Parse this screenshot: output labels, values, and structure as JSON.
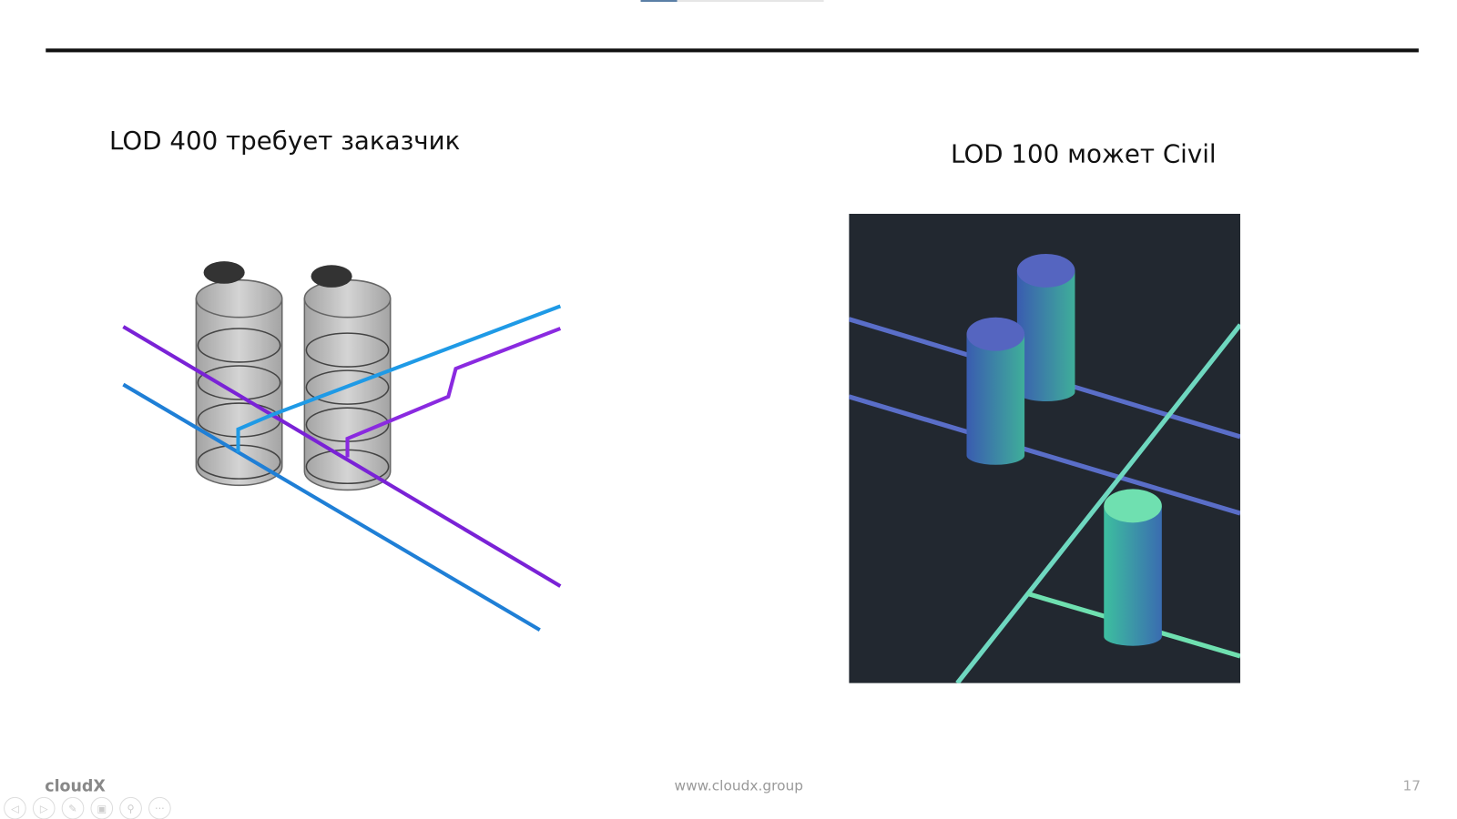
{
  "slide": {
    "left_title": "LOD 400 требует заказчик",
    "right_title": "LOD 100 может Civil",
    "footer_url": "www.cloudx.group",
    "page_number": "17",
    "logo": "cloudX",
    "progress_fraction": 0.2
  },
  "controls": [
    {
      "name": "previous-icon",
      "glyph": "◁"
    },
    {
      "name": "next-icon",
      "glyph": "▷"
    },
    {
      "name": "pen-icon",
      "glyph": "✎"
    },
    {
      "name": "slides-icon",
      "glyph": "▣"
    },
    {
      "name": "zoom-icon",
      "glyph": "⚲"
    },
    {
      "name": "more-icon",
      "glyph": "···"
    }
  ],
  "colors": {
    "purple": "#7a22d6",
    "blue": "#1f7fd6",
    "panel": "#222830",
    "green": "#6fe0b0"
  }
}
